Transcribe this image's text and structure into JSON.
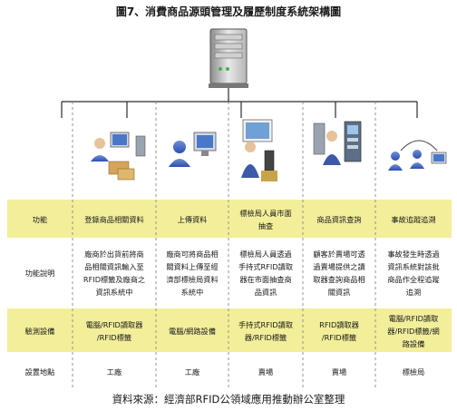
{
  "title": "圖7、消費商品源頭管理及履歷制度系統架構圖",
  "source": "資料來源：經濟部RFID公領域應用推動辦公室整理",
  "row_headers": [
    "功能",
    "功能說明",
    "驗測設備",
    "設置地點"
  ],
  "columns": [
    {
      "function": [
        "登錄商品相關資料"
      ],
      "description": [
        "廠商於出貨前將商",
        "品相關資訊輸入至",
        "RFID標籤及廠商之",
        "資訊系統中"
      ],
      "equipment": [
        "電腦/RFID讀取器",
        "/RFID標籤"
      ],
      "location": "工廠"
    },
    {
      "function": [
        "上傳資料"
      ],
      "description": [
        "廠商可將商品相",
        "關資料上傳至經",
        "濟部標檢局資料",
        "系統中"
      ],
      "equipment": [
        "電腦/網路設備"
      ],
      "location": "工廠"
    },
    {
      "function": [
        "標檢局人員市面",
        "抽查"
      ],
      "description": [
        "標檢局人員透過",
        "手持式RFID讀取",
        "器在市面抽查商",
        "品資訊"
      ],
      "equipment": [
        "手持式RFID讀取",
        "器/RFID標籤"
      ],
      "location": "賣場"
    },
    {
      "function": [
        "商品資訊查詢"
      ],
      "description": [
        "顧客於賣場可透",
        "過賣場提供之讀",
        "取器查詢商品相",
        "關資訊"
      ],
      "equipment": [
        "RFID讀取器",
        "/RFID標籤"
      ],
      "location": "賣場"
    },
    {
      "function": [
        "事故追蹤追溯"
      ],
      "description": [
        "事故發生時透過",
        "資訊系統對該批",
        "商品作全程追蹤",
        "追溯"
      ],
      "equipment": [
        "電腦/RFID讀取",
        "器/RFID標籤/網",
        "路設備"
      ],
      "location": "標檢局"
    }
  ],
  "colors": {
    "yellow_band": "#f2ee9a",
    "line": "#2b2b2b",
    "dash": "#8a8a8a"
  }
}
